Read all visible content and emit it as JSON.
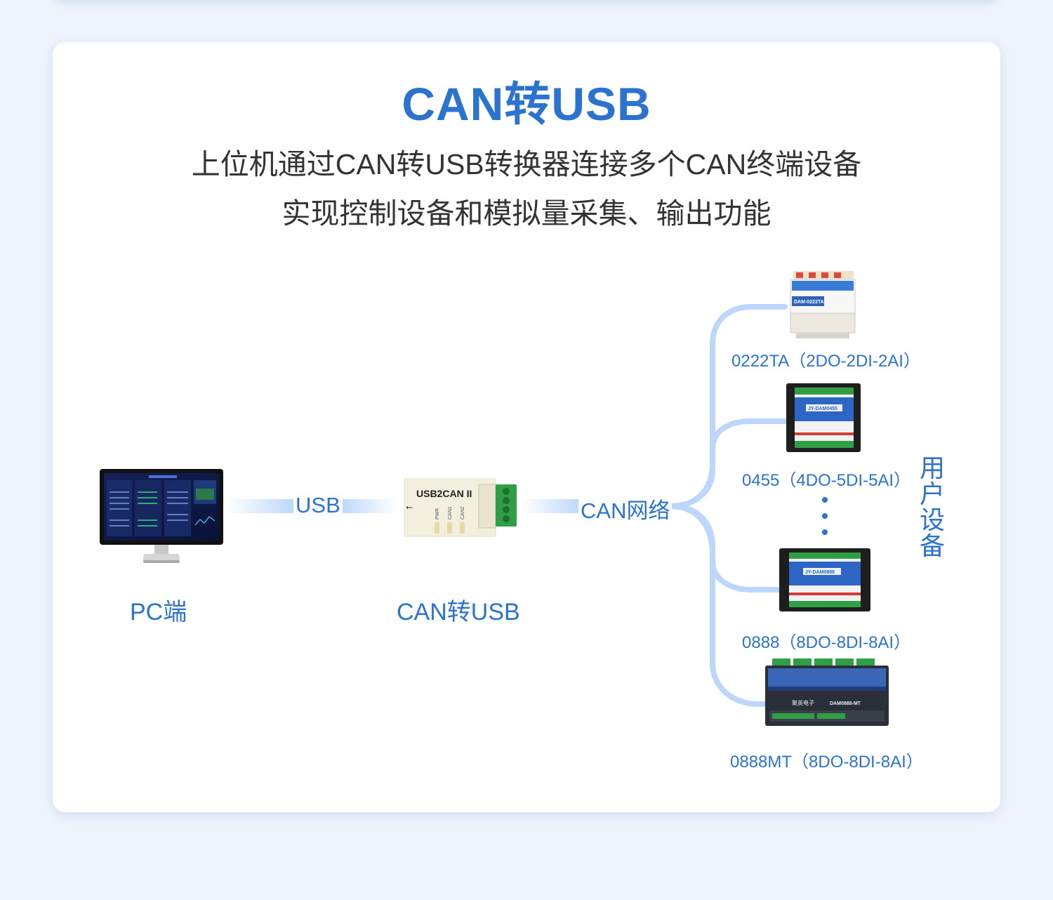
{
  "title": "CAN转USB",
  "subtitle": [
    "上位机通过CAN转USB转换器连接多个CAN终端设备",
    "实现控制设备和模拟量采集、输出功能"
  ],
  "pc": {
    "label": "PC端"
  },
  "link_usb": "USB",
  "converter": {
    "label": "CAN转USB",
    "model": "USB2CAN II",
    "leds": [
      "PWR",
      "CAN1",
      "CAN2"
    ]
  },
  "link_can": "CAN网络",
  "group_label": "用户设备",
  "devices": [
    {
      "label": "0222TA（2DO-2DI-2AI）",
      "model": "DAM-0222TA"
    },
    {
      "label": "0455（4DO-5DI-5AI）",
      "model": "JY-DAM0455"
    },
    {
      "label": "0888（8DO-8DI-8AI）",
      "model": "JY-DAM0888"
    },
    {
      "label": "0888MT（8DO-8DI-8AI）",
      "model": "DAM0888-MT",
      "brand": "聚英电子"
    }
  ],
  "colors": {
    "accent": "#2a73cf",
    "line": "#bcd7fb",
    "text": "#333333"
  }
}
